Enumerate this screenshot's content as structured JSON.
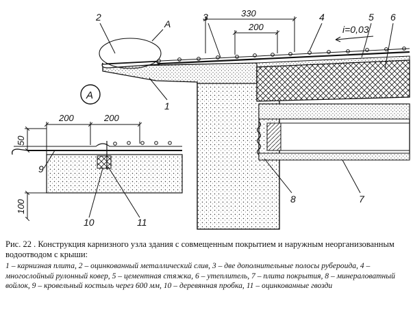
{
  "figure": {
    "callout_letter": "A",
    "detail_marker": "A",
    "numbers": [
      "1",
      "2",
      "3",
      "4",
      "5",
      "6",
      "7",
      "8",
      "9",
      "10",
      "11"
    ],
    "dims": {
      "d330": "330",
      "d200_top": "200",
      "d200_left": "200",
      "d200_right": "200",
      "d50": "50",
      "d100": "100"
    },
    "slope": "i=0,03"
  },
  "caption": {
    "label": "Рис.",
    "number": "22",
    "title": ". Конструкция карнизного узла здания с совмещенным покрытием и наружным неорганизованным водоотводом с крыши:",
    "legend": "1 – карнизная плита, 2 – оцинкованный металлический слив, 3 – две дополнительные полосы рубероида, 4 – многослойный рулонный ковер, 5 – цементная стяжка, 6 – утеплитель, 7 – плита покрытия, 8 – минераловатный войлок, 9 – кровельный костыль через 600 мм, 10 – деревянная пробка, 11 – оцинкованные гвозди"
  }
}
